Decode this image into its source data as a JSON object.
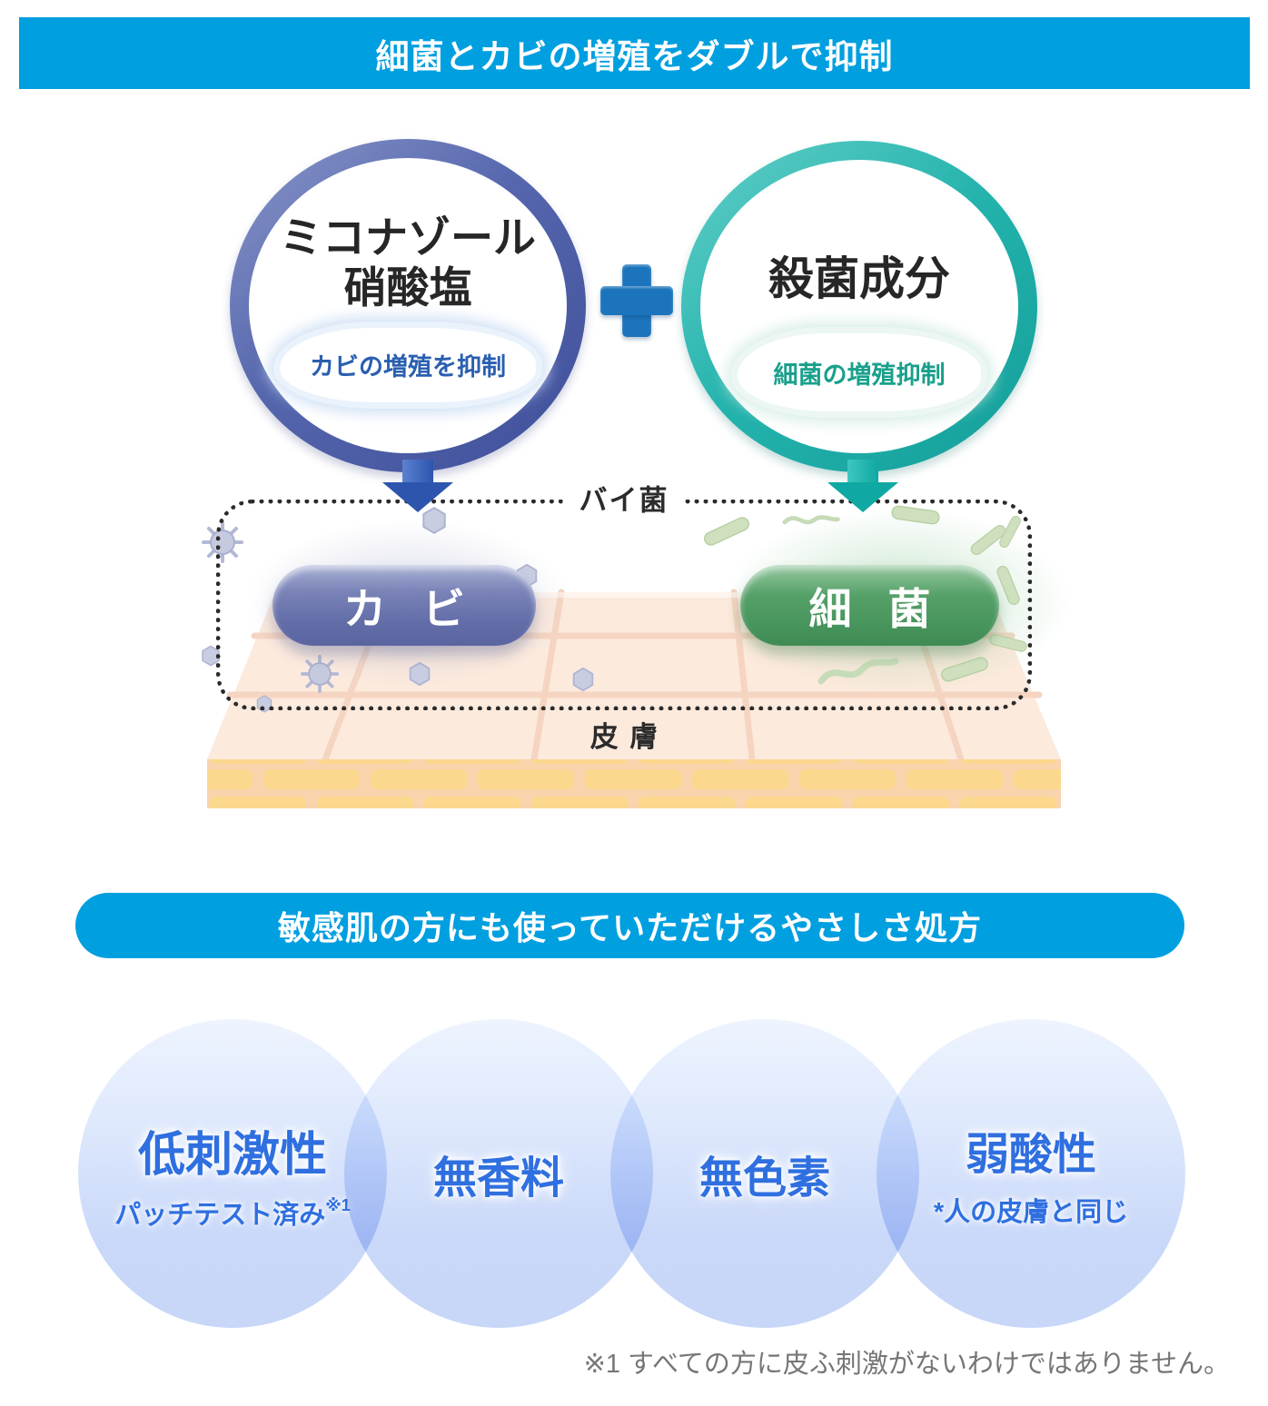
{
  "banners": {
    "top": "細菌とカビの増殖をダブルで抑制",
    "middle": "敏感肌の方にも使っていただけるやさしさ処方"
  },
  "diagram": {
    "left_circle": {
      "title_line1": "ミコナゾール",
      "title_line2": "硝酸塩",
      "badge": "カビの増殖を抑制"
    },
    "right_circle": {
      "title": "殺菌成分",
      "badge": "細菌の増殖抑制"
    },
    "germ_zone": {
      "label": "バイ菌",
      "mold_pill": "カビ",
      "bacteria_pill": "細菌",
      "skin_label": "皮膚"
    }
  },
  "features": [
    {
      "title": "低刺激性",
      "note": "パッチテスト済み",
      "note_ref": "※1"
    },
    {
      "title": "無香料"
    },
    {
      "title": "無色素"
    },
    {
      "title": "弱酸性",
      "note": "*人の皮膚と同じ"
    }
  ],
  "footnote": "※1 すべての方に皮ふ刺激がないわけではありません。",
  "colors": {
    "banner_blue": "#009FE0",
    "ring_indigo": "#5566AD",
    "ring_teal": "#23B2AC",
    "plus_blue": "#1C75BC",
    "mold_pill": "#636DA8",
    "bacteria_pill": "#47945C",
    "feature_text_blue": "#2F6FE0",
    "footnote_gray": "#767676"
  }
}
